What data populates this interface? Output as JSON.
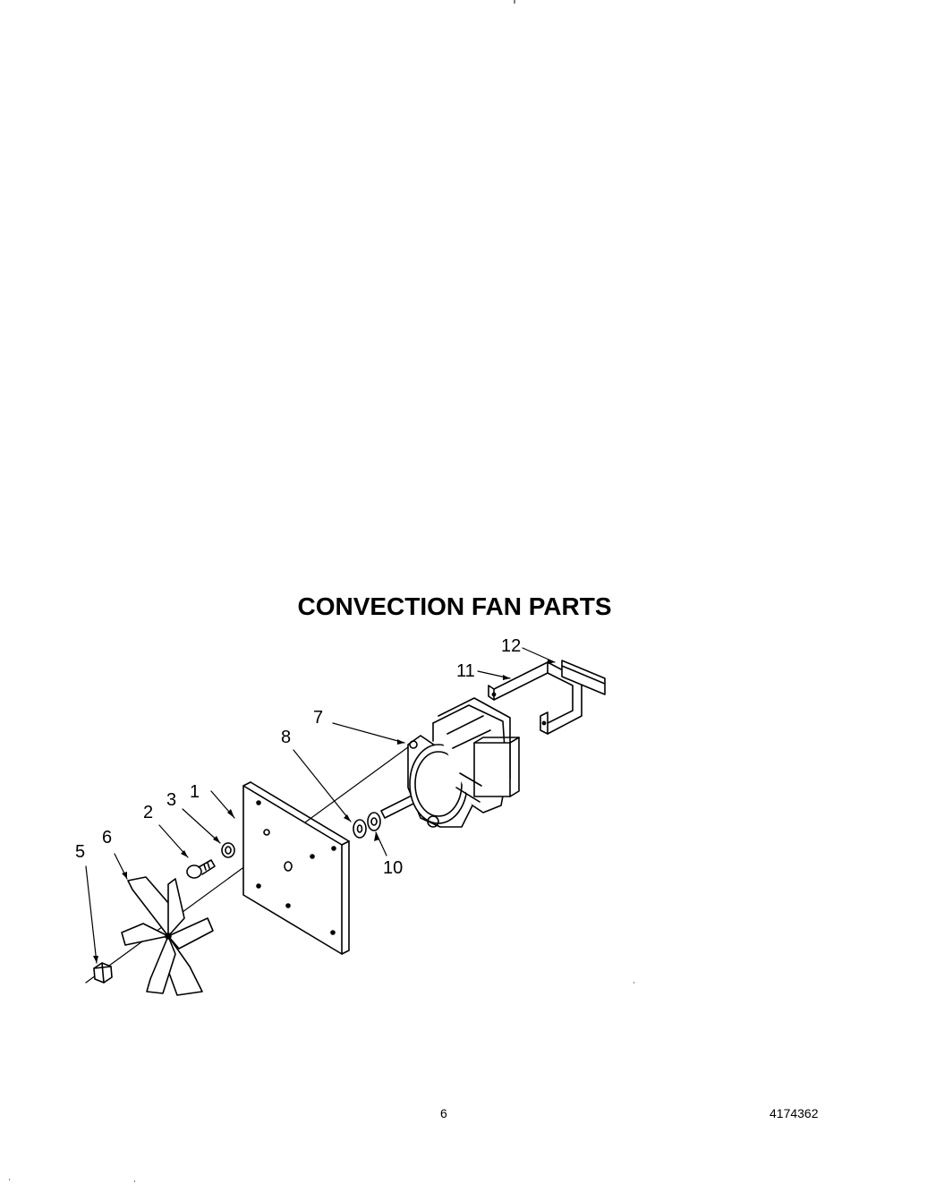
{
  "title": "CONVECTION FAN PARTS",
  "callouts": {
    "p1": "1",
    "p2": "2",
    "p3": "3",
    "p5": "5",
    "p6": "6",
    "p7": "7",
    "p8": "8",
    "p10": "10",
    "p11": "11",
    "p12": "12"
  },
  "footer": {
    "page_number": "6",
    "document_number": "4174362"
  }
}
